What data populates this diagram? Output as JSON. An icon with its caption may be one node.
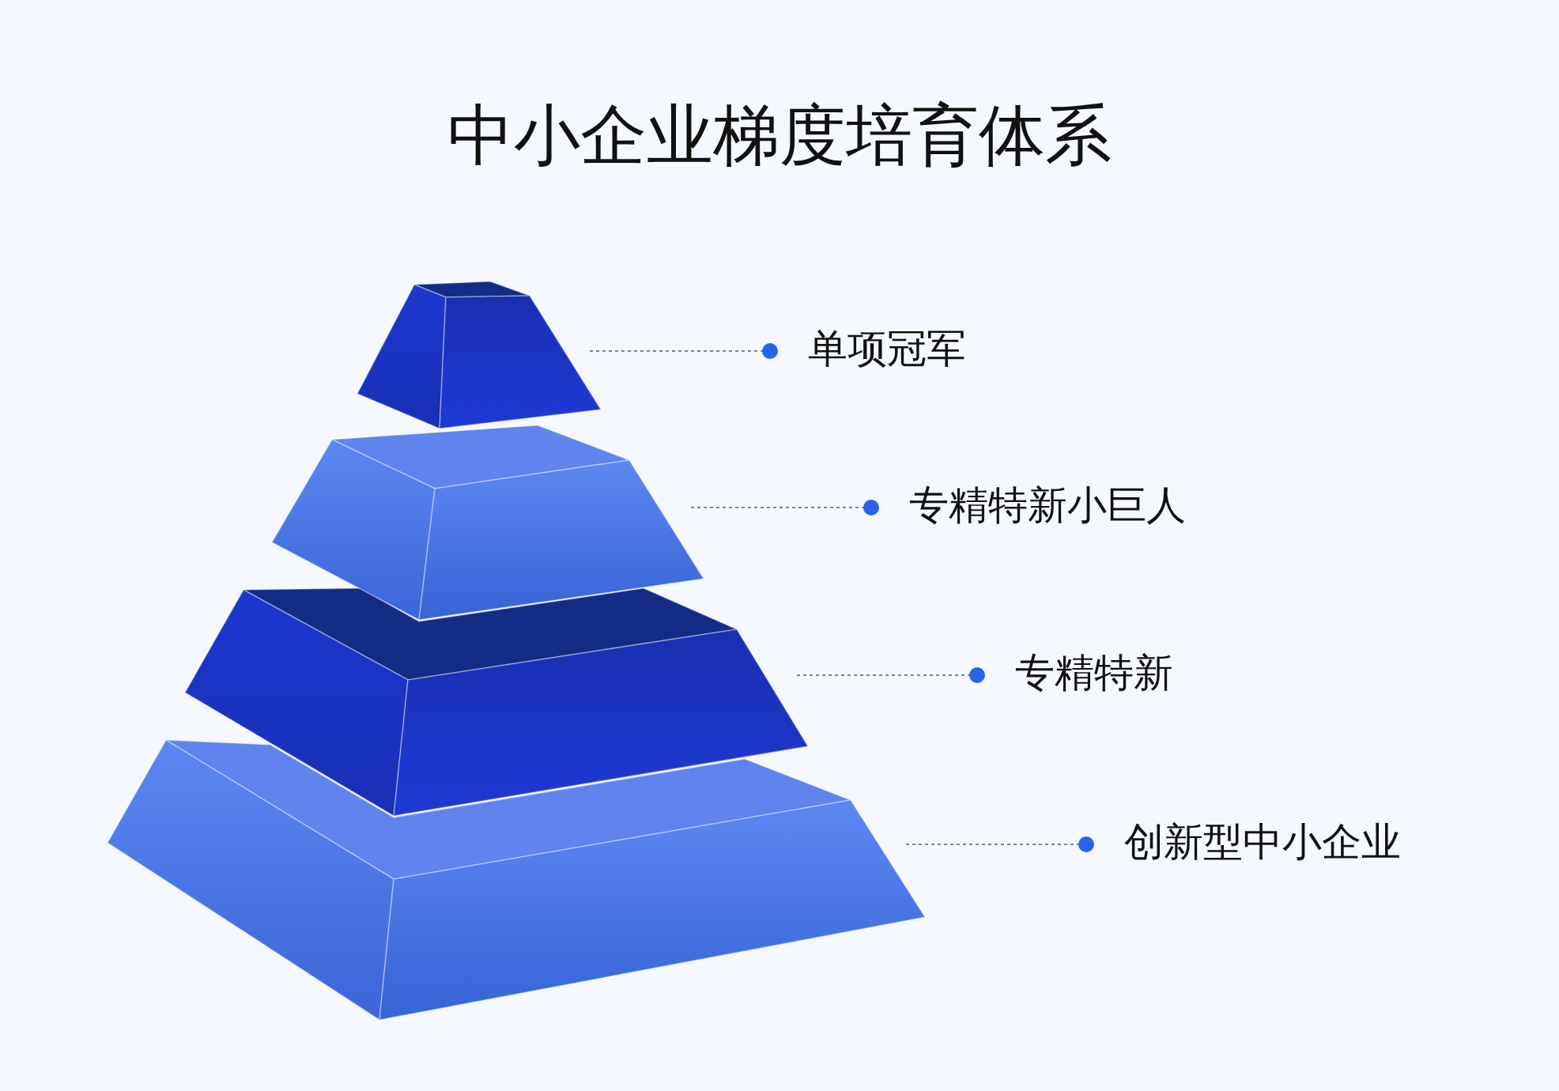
{
  "diagram": {
    "title": "中小企业梯度培育体系",
    "nodes": [
      {
        "text": [],
        "shape": "box"
      },
      {
        "text": [],
        "shape": "box"
      },
      {
        "text": [],
        "shape": "box"
      },
      {
        "text": [],
        "shape": "box"
      },
      {
        "text": [
          "单项冠军"
        ]
      },
      {
        "text": [
          "专精特新小巨人"
        ]
      },
      {
        "text": [
          "专精特新"
        ]
      },
      {
        "text": [
          "创新型中小企业"
        ]
      }
    ],
    "edges": [
      {
        "from": 4,
        "to": 0,
        "arrow": "other"
      },
      {
        "from": 5,
        "to": 1,
        "arrow": "other"
      },
      {
        "from": 6,
        "to": 2,
        "arrow": "other"
      },
      {
        "from": 7,
        "to": 3,
        "arrow": "other"
      }
    ]
  }
}
